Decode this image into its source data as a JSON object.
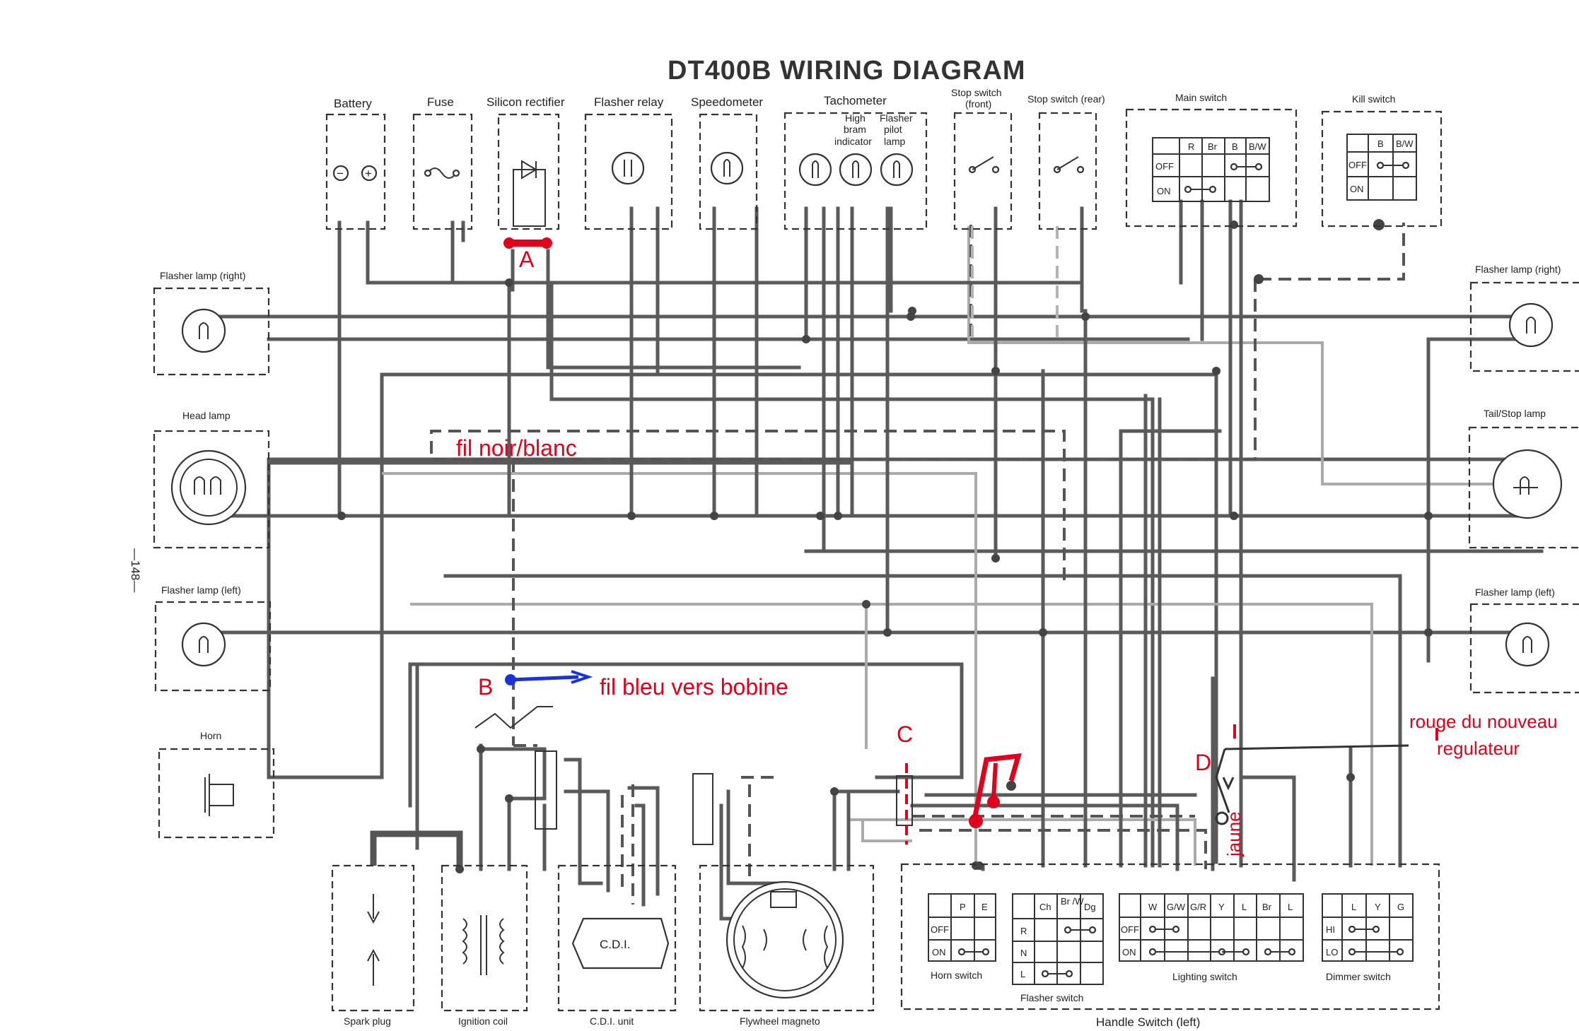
{
  "title": "DT400B WIRING DIAGRAM",
  "page_number": "—148—",
  "components": {
    "battery": "Battery",
    "fuse": "Fuse",
    "silicon_rectifier": "Silicon rectifier",
    "flasher_relay": "Flasher relay",
    "speedometer": "Speedometer",
    "tachometer": "Tachometer",
    "high_beam_indicator": [
      "High",
      "bram",
      "indicator"
    ],
    "flasher_pilot_lamp": [
      "Flasher",
      "pilot",
      "lamp"
    ],
    "stop_switch_front": [
      "Stop switch",
      "(front)"
    ],
    "stop_switch_rear": "Stop switch (rear)",
    "main_switch": "Main switch",
    "kill_switch": "Kill switch",
    "flasher_lamp_right_left_side": "Flasher lamp (right)",
    "head_lamp": "Head lamp",
    "flasher_lamp_left_left_side": "Flasher lamp (left)",
    "horn": "Horn",
    "flasher_lamp_right_right_side": "Flasher lamp (right)",
    "tail_stop_lamp": "Tail/Stop lamp",
    "flasher_lamp_left_right_side": "Flasher lamp (left)",
    "spark_plug": "Spark plug",
    "ignition_coil": "Ignition coil",
    "cdi_unit": "C.D.I. unit",
    "cdi_box": "C.D.I.",
    "flywheel_magneto": "Flywheel magneto",
    "horn_switch": "Horn switch",
    "flasher_switch": "Flasher switch",
    "lighting_switch": "Lighting switch",
    "dimmer_switch": "Dimmer switch",
    "handle_switch_left": "Handle Switch (left)"
  },
  "battery_terminals": {
    "neg": "−",
    "pos": "+"
  },
  "switch_tables": {
    "main_switch": {
      "cols": [
        "R",
        "Br",
        "B",
        "B/W"
      ],
      "rows": [
        "OFF",
        "ON"
      ]
    },
    "kill_switch": {
      "cols": [
        "B",
        "B/W"
      ],
      "rows": [
        "OFF",
        "ON"
      ]
    },
    "horn_switch": {
      "cols": [
        "P",
        "E"
      ],
      "rows": [
        "OFF",
        "ON"
      ]
    },
    "flasher_switch": {
      "cols": [
        "Ch",
        "Br /W",
        "Dg"
      ],
      "rows": [
        "R",
        "N",
        "L"
      ]
    },
    "lighting_switch": {
      "cols": [
        "W",
        "G/W",
        "G/R",
        "Y",
        "L",
        "Br",
        "L"
      ],
      "rows": [
        "OFF",
        "ON"
      ]
    },
    "dimmer_switch": {
      "cols": [
        "L",
        "Y",
        "G"
      ],
      "rows": [
        "HI",
        "LO"
      ]
    }
  },
  "annotations": {
    "a": "A",
    "b": "B",
    "c": "C",
    "d": "D",
    "noir_blanc": "fil noir/blanc",
    "bleu": "fil bleu vers bobine",
    "rouge_1": "rouge du nouveau",
    "rouge_2": "regulateur",
    "jaune": "jaune"
  },
  "colors": {
    "annotation": "#e0001b",
    "blue_wire": "#1a33d6",
    "wire": "#5a5a5a",
    "light_wire": "#aaaaaa"
  }
}
